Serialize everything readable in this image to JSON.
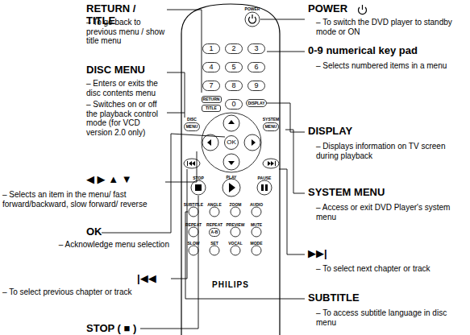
{
  "diagram": {
    "nodes": [
      {
        "text": [
          "PHILIPS"
        ]
      },
      {
        "text": [
          "1"
        ],
        "in": 0
      },
      {
        "text": [
          "2"
        ],
        "in": 0
      },
      {
        "text": [
          "3"
        ],
        "in": 0
      },
      {
        "text": [
          "4"
        ],
        "in": 0
      },
      {
        "text": [
          "5"
        ],
        "in": 0
      },
      {
        "text": [
          "6"
        ],
        "in": 0
      },
      {
        "text": [
          "7"
        ],
        "in": 0
      },
      {
        "text": [
          "8"
        ],
        "in": 0
      },
      {
        "text": [
          "9"
        ],
        "in": 0
      },
      {
        "text": [
          "RETURN"
        ],
        "in": 0
      },
      {
        "text": [
          "TITLE"
        ],
        "in": 0
      },
      {
        "text": [
          "0"
        ],
        "in": 0
      },
      {
        "text": [
          "DISPLAY"
        ],
        "in": 0
      },
      {
        "text": [
          "DISC",
          "MENU"
        ],
        "in": 0
      },
      {
        "text": [
          "SYSTEM",
          "MENU"
        ],
        "in": 0
      },
      {
        "text": [
          "OK"
        ],
        "in": 0
      },
      {
        "text": [
          "REPEAT",
          "A-B"
        ],
        "in": 0
      }
    ],
    "labels": [
      "RETURN / TITLE",
      "– To go back to previous menu / show title menu",
      "DISC MENU",
      "– Enters or exits the disc contents menu",
      "– Switches on or off the playback control mode (for VCD version 2.0 only)",
      "◀ ▶ ▲ ▼",
      "– Selects an item in the menu/ fast forward/backward, slow forward/ reverse",
      "OK",
      "– Acknowledge menu selection",
      "|◀◀",
      "– To select previous chapter or track",
      "STOP ( ■ )",
      "POWER",
      "– To switch the DVD player to standby mode or ON",
      "0-9 numerical key pad",
      "– Selects numbered items in a menu",
      "DISPLAY",
      "– Displays information on TV screen during playback",
      "SYSTEM MENU",
      "– Access or exit DVD Player's system menu",
      "▶▶|",
      "– To select next chapter or track",
      "SUBTITLE",
      "– To access subtitle language in disc menu",
      "POWER",
      "STOP",
      "PLAY",
      "PAUSE",
      "SUBTITLE",
      "ANGLE",
      "ZOOM",
      "AUDIO",
      "REPEAT",
      "PREVIEW",
      "MUTE",
      "SLOW",
      "SET",
      "VOCAL",
      "MODE"
    ]
  }
}
